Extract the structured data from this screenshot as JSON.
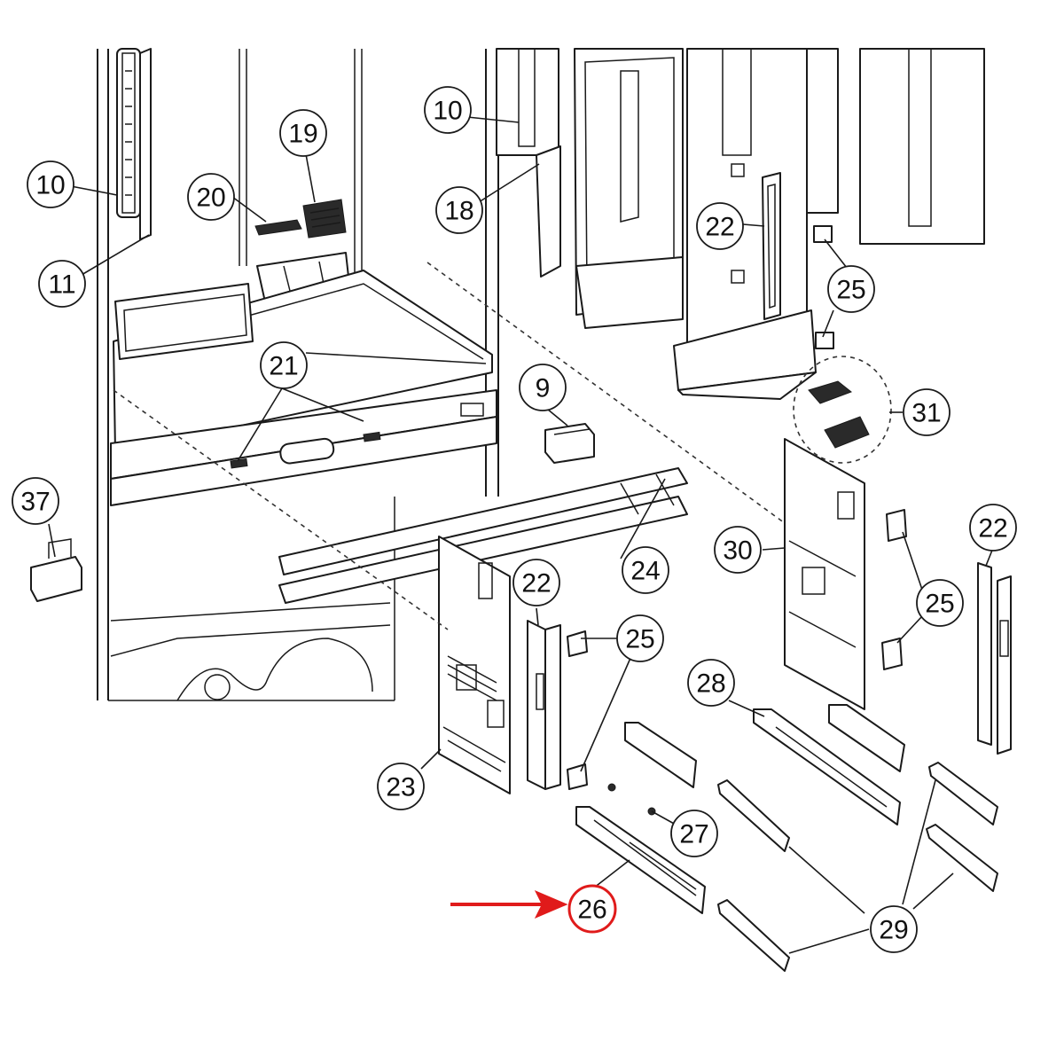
{
  "diagram": {
    "callouts": [
      {
        "id": "c10a",
        "label": "10"
      },
      {
        "id": "c11",
        "label": "11"
      },
      {
        "id": "c20",
        "label": "20"
      },
      {
        "id": "c19",
        "label": "19"
      },
      {
        "id": "c10b",
        "label": "10"
      },
      {
        "id": "c18",
        "label": "18"
      },
      {
        "id": "c22a",
        "label": "22"
      },
      {
        "id": "c25a",
        "label": "25"
      },
      {
        "id": "c21",
        "label": "21"
      },
      {
        "id": "c9",
        "label": "9"
      },
      {
        "id": "c31",
        "label": "31"
      },
      {
        "id": "c37",
        "label": "37"
      },
      {
        "id": "c30",
        "label": "30"
      },
      {
        "id": "c22b",
        "label": "22"
      },
      {
        "id": "c24",
        "label": "24"
      },
      {
        "id": "c22c",
        "label": "22"
      },
      {
        "id": "c25b",
        "label": "25"
      },
      {
        "id": "c25c",
        "label": "25"
      },
      {
        "id": "c28",
        "label": "28"
      },
      {
        "id": "c23",
        "label": "23"
      },
      {
        "id": "c27",
        "label": "27"
      },
      {
        "id": "c26",
        "label": "26"
      },
      {
        "id": "c29",
        "label": "29"
      }
    ],
    "highlighted_part": "26",
    "colors": {
      "line": "#1a1a1a",
      "highlight": "#e01b1b",
      "background": "#ffffff"
    }
  }
}
